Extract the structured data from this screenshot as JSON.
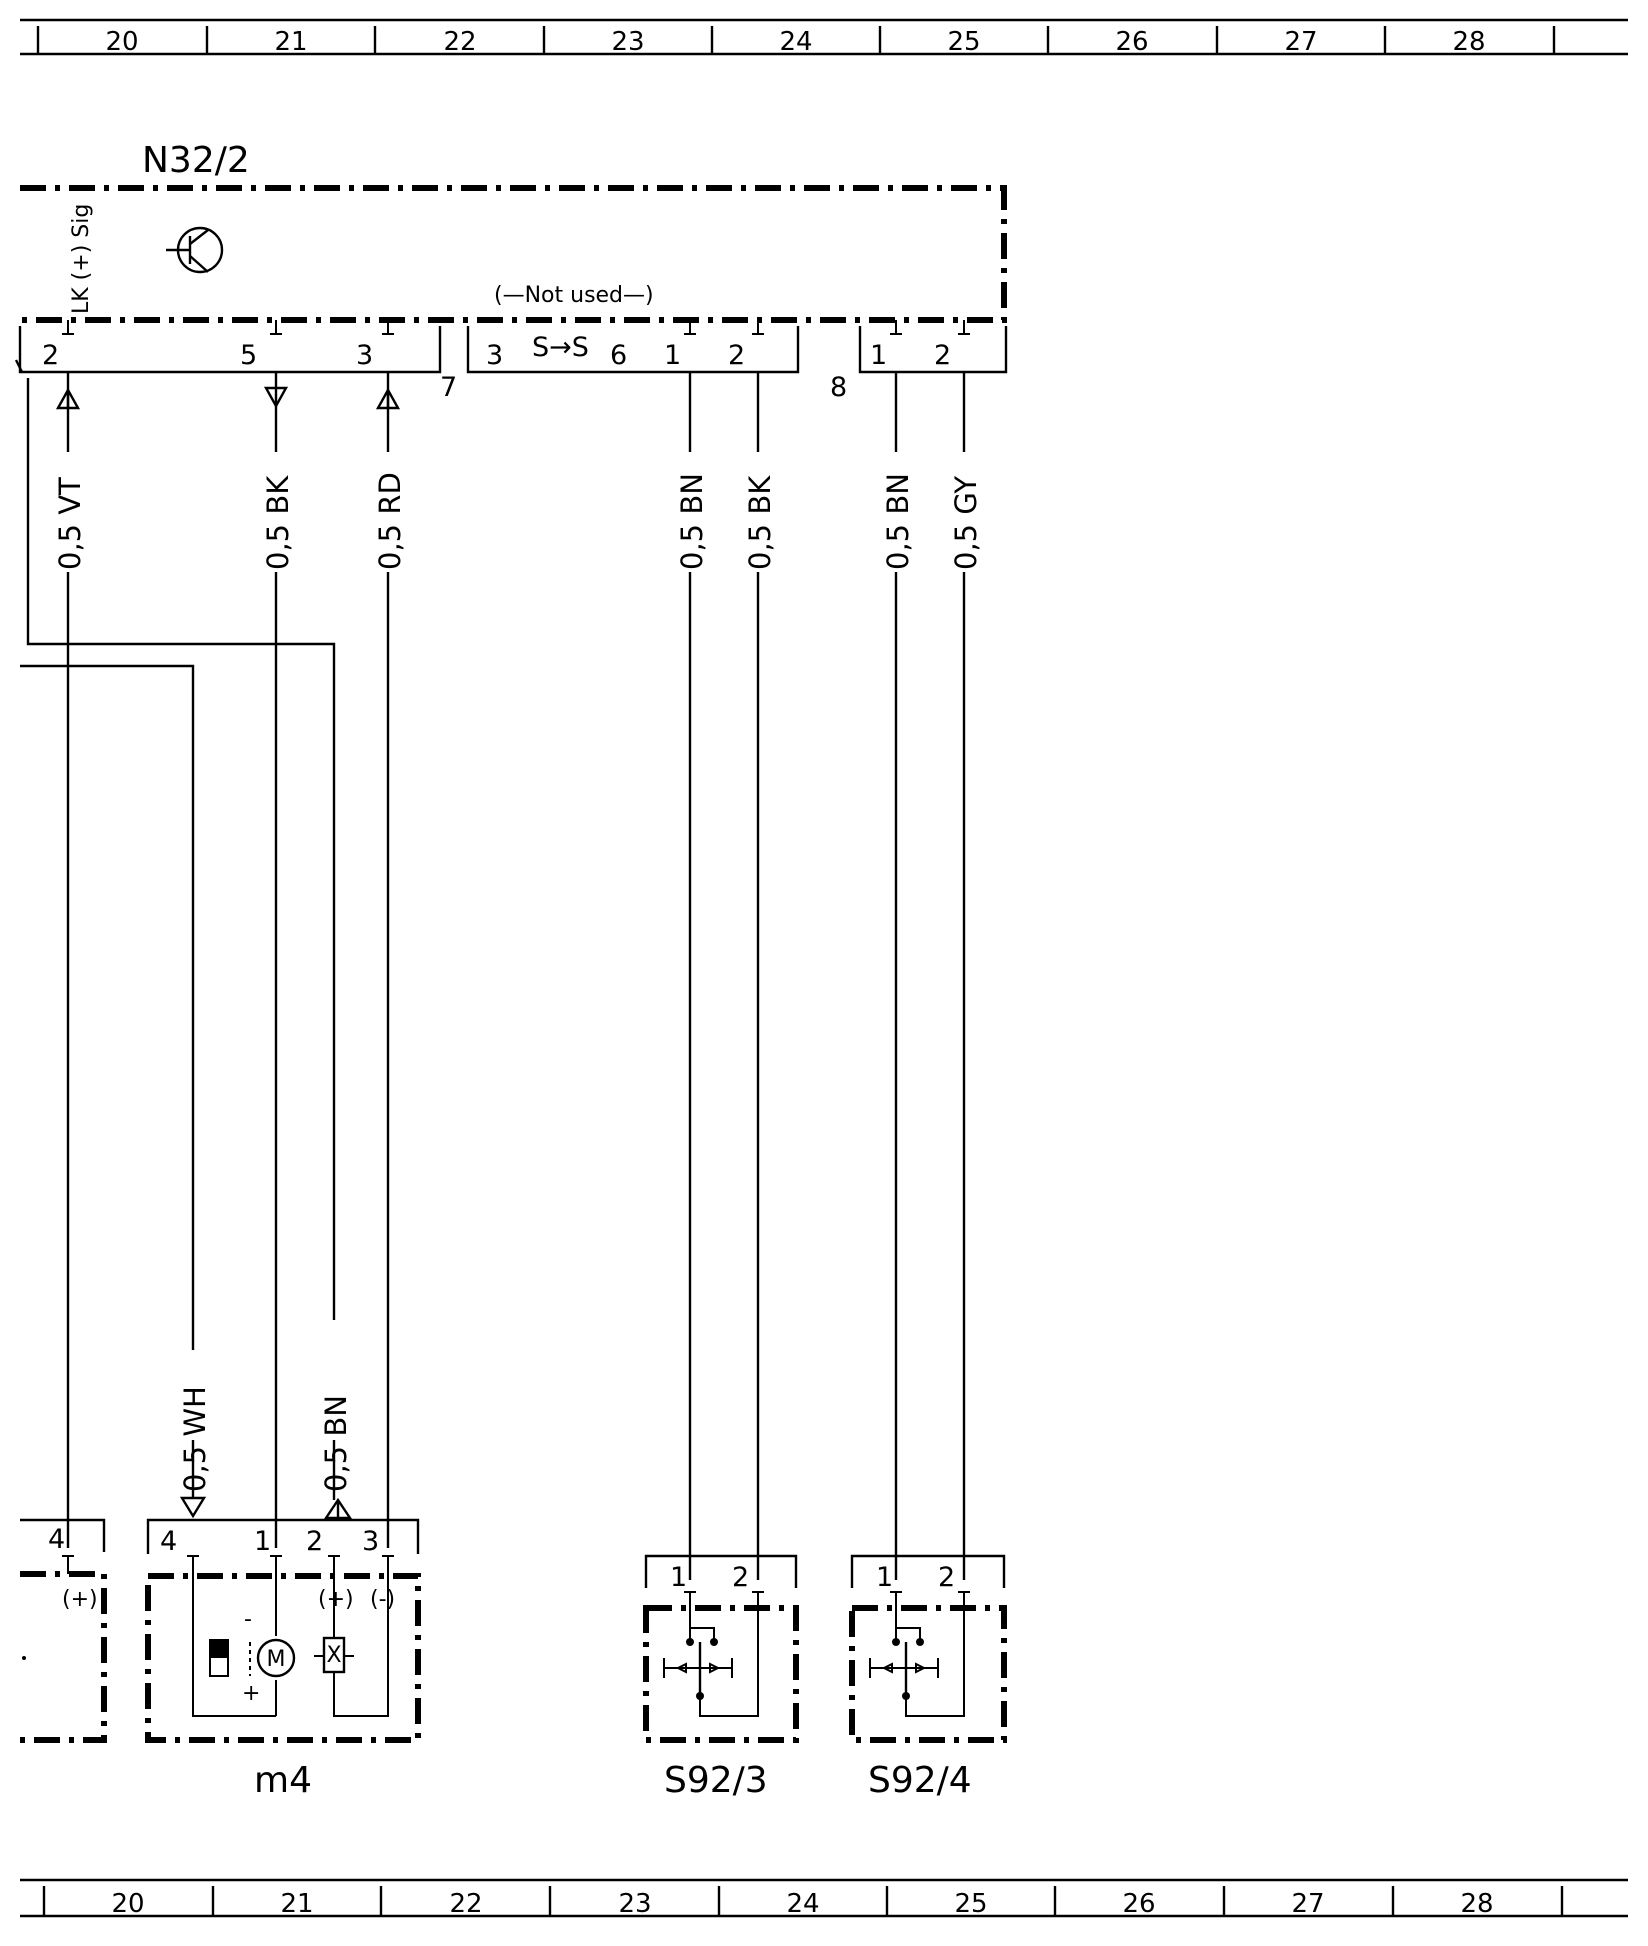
{
  "grid_columns": [
    "20",
    "21",
    "22",
    "23",
    "24",
    "25",
    "26",
    "27",
    "28"
  ],
  "module": {
    "id": "N32/2",
    "pin_function": "LK (+) Sig",
    "not_used_note": "(—Not used—)",
    "conn_7": {
      "label": "7",
      "pins": [
        "3",
        "6",
        "1",
        "2"
      ]
    },
    "conn_8": {
      "label": "8",
      "pins": [
        "1",
        "2"
      ]
    },
    "left_pins": [
      "2",
      "5",
      "3"
    ],
    "icon": "transistor-icon"
  },
  "wires": {
    "w1": "0,5 VT",
    "w2": "0,5 BK",
    "w3": "0,5 RD",
    "w4": "0,5 BN",
    "w5": "0,5 BK",
    "w6": "0,5 BN",
    "w7": "0,5 GY",
    "w8": "0,5 WH",
    "w9": "0,5 BN"
  },
  "components": {
    "left_partial": {
      "pin": "4",
      "polarity": "(+)"
    },
    "m4": {
      "id": "m4",
      "pins": [
        "4",
        "1",
        "2",
        "3"
      ],
      "pol_plus": "(+)",
      "pol_minus": "(-)",
      "motor_label": "M",
      "sensor_label": "X",
      "sign_minus": "-",
      "sign_plus": "+"
    },
    "s92_3": {
      "id": "S92/3",
      "pins": [
        "1",
        "2"
      ]
    },
    "s92_4": {
      "id": "S92/4",
      "pins": [
        "1",
        "2"
      ]
    }
  }
}
